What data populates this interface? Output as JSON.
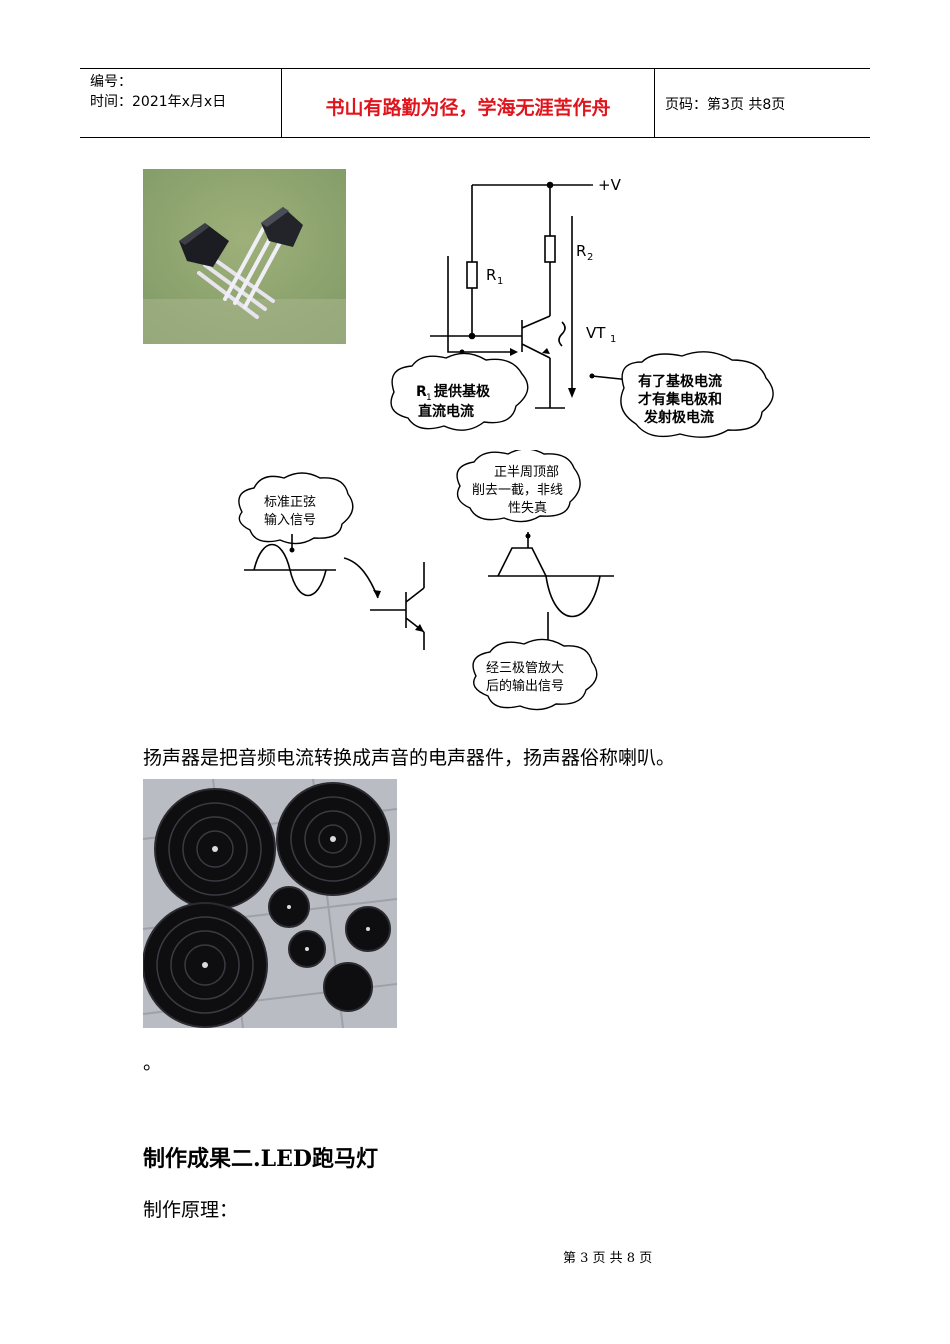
{
  "header": {
    "number_label": "编号：",
    "time_label": "时间：2021年x月x日",
    "motto": "书山有路勤为径，学海无涯苦作舟",
    "page_code": "页码：第3页  共8页"
  },
  "circuit": {
    "supply": "+V",
    "r1": "R",
    "r1_sub": "1",
    "r2": "R",
    "r2_sub": "2",
    "vt": "VT",
    "vt_sub": "1",
    "bubble_r1_line1": "R",
    "bubble_r1_sub": "1",
    "bubble_r1_line1_rest": "提供基极",
    "bubble_r1_line2": "直流电流",
    "bubble_base_line1": "有了基极电流",
    "bubble_base_line2": "才有集电极和",
    "bubble_base_line3": "发射极电流"
  },
  "waveform": {
    "input_line1": "标准正弦",
    "input_line2": "输入信号",
    "clip_line1": "正半周顶部",
    "clip_line2": "削去一截，非线",
    "clip_line3": "性失真",
    "output_line1": "经三极管放大",
    "output_line2": "后的输出信号"
  },
  "content": {
    "speaker_sentence": "扬声器是把音频电流转换成声音的电声器件，扬声器俗称喇叭。",
    "period": "。",
    "heading": "制作成果二.LED跑马灯",
    "principle": "制作原理："
  },
  "footer": {
    "page_text": "第 3 页 共 8 页"
  },
  "colors": {
    "motto": "#e0141c"
  }
}
